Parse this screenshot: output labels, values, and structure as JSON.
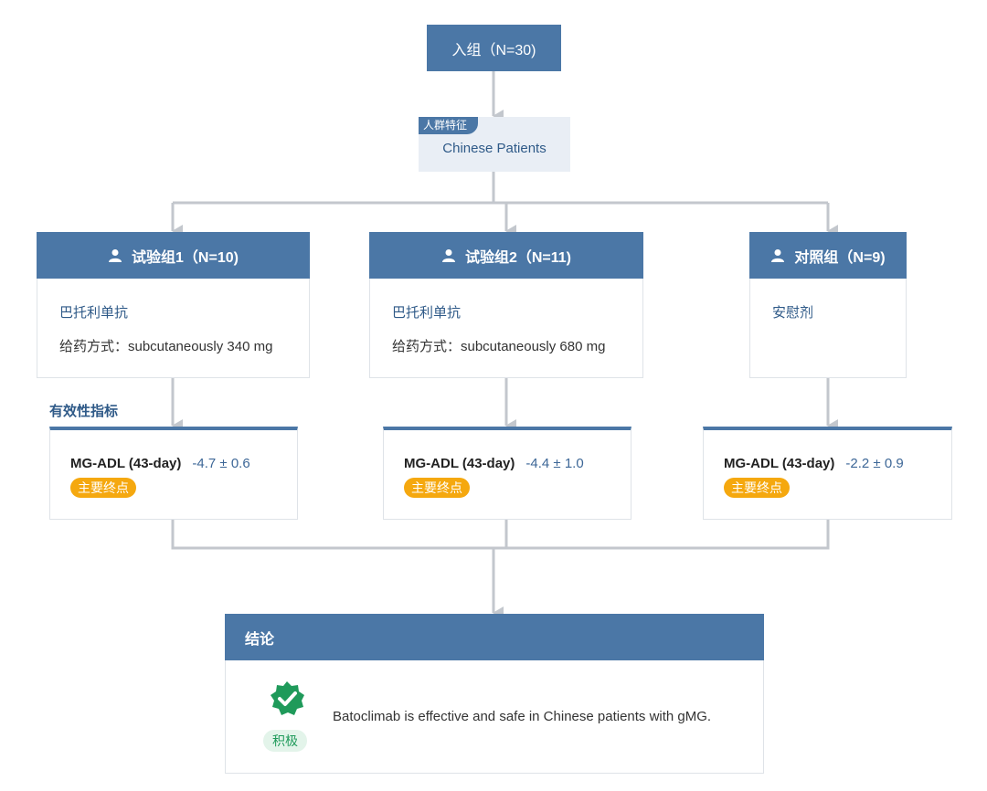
{
  "enrollment": {
    "label": "入组（N=30)"
  },
  "population": {
    "tag": "人群特征",
    "text": "Chinese Patients"
  },
  "arms": [
    {
      "title": "试验组1（N=10)",
      "drug": "巴托利单抗",
      "route": "给药方式：subcutaneously 340 mg"
    },
    {
      "title": "试验组2（N=11)",
      "drug": "巴托利单抗",
      "route": "给药方式：subcutaneously 680 mg"
    },
    {
      "title": "对照组（N=9)",
      "drug": "安慰剂",
      "route": ""
    }
  ],
  "efficacy": {
    "title": "有效性指标",
    "items": [
      {
        "name": "MG-ADL (43-day)",
        "value": "-4.7 ± 0.6",
        "badge": "主要终点"
      },
      {
        "name": "MG-ADL (43-day)",
        "value": "-4.4 ± 1.0",
        "badge": "主要终点"
      },
      {
        "name": "MG-ADL (43-day)",
        "value": "-2.2 ± 0.9",
        "badge": "主要终点"
      }
    ]
  },
  "conclusion": {
    "title": "结论",
    "badge": "积极",
    "text": "Batoclimab is effective and safe in Chinese patients with gMG."
  },
  "colors": {
    "header": "#4b77a6",
    "connector": "#c3c7cd",
    "badge": "#f5a80f",
    "positive": "#1f9a5a"
  },
  "icons": [
    "user-icon",
    "check-badge-icon"
  ]
}
